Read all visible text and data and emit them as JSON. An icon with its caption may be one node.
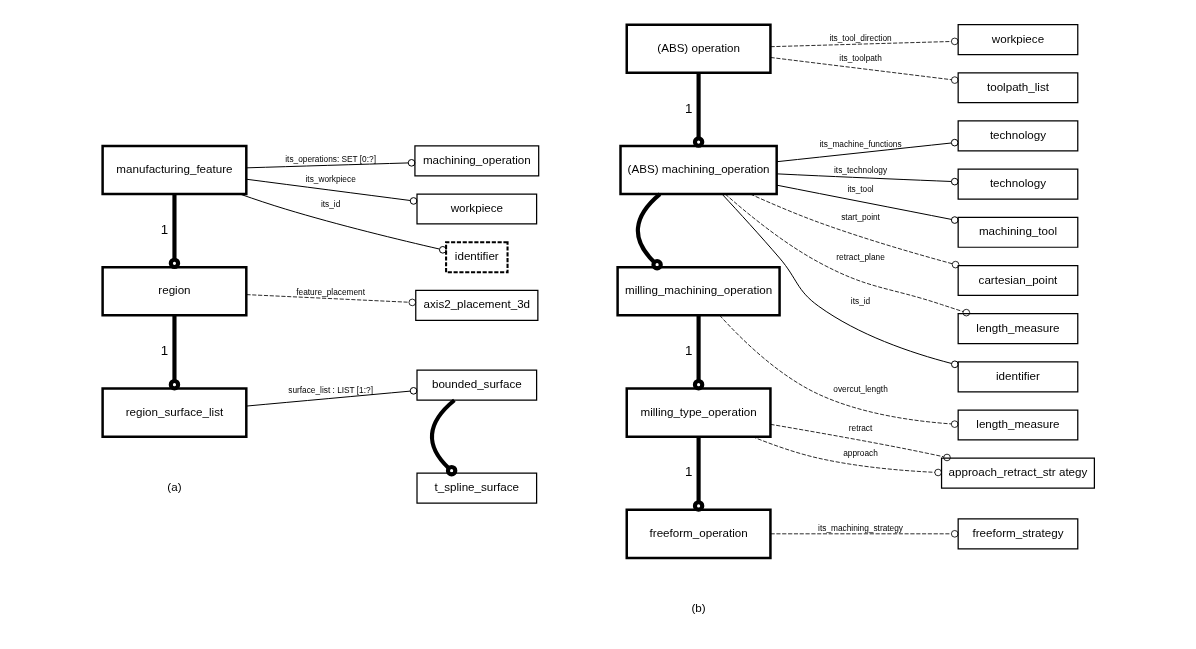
{
  "diagram": {
    "nodes": [
      {
        "text": [
          "manufacturing_feature"
        ]
      },
      {
        "text": [
          "identifier"
        ]
      },
      {
        "text": [
          "workpiece"
        ]
      },
      {
        "text": [
          "machining_operation"
        ]
      },
      {
        "text": [
          "region"
        ]
      },
      {
        "text": [
          "axis2_placement_3d"
        ]
      },
      {
        "text": [
          "region_surface_list"
        ]
      },
      {
        "text": [
          "bounded_surface"
        ]
      },
      {
        "text": [
          "t_spline_surface"
        ]
      },
      {
        "text": [
          "(ABS) operation"
        ]
      },
      {
        "text": [
          "toolpath_list"
        ]
      },
      {
        "text": [
          "workpiece"
        ]
      },
      {
        "text": [
          "(ABS) machining_operation"
        ]
      },
      {
        "text": [
          "identifier"
        ]
      },
      {
        "text": [
          "length_measure"
        ]
      },
      {
        "text": [
          "cartesian_point"
        ]
      },
      {
        "text": [
          "machining_tool"
        ]
      },
      {
        "text": [
          "technology"
        ]
      },
      {
        "text": [
          "technology"
        ]
      },
      {
        "text": [
          "milling_machining_operation"
        ]
      },
      {
        "text": [
          "length_measure"
        ]
      },
      {
        "text": [
          "milling_type_operation"
        ]
      },
      {
        "text": [
          "approach_retract_str ategy"
        ]
      },
      {
        "text": [
          "freeform_operation"
        ]
      },
      {
        "text": [
          "freeform_strategy"
        ]
      }
    ],
    "edges": [
      {
        "from": 0,
        "to": 1,
        "arrow": "other",
        "label": "its_id"
      },
      {
        "from": 0,
        "to": 2,
        "arrow": "other",
        "label": "its_workpiece"
      },
      {
        "from": 0,
        "to": 3,
        "arrow": "other",
        "label": "its_operations: SET [0:?]"
      },
      {
        "from": 0,
        "to": 4,
        "arrow": "other",
        "label": "1",
        "style": "thick"
      },
      {
        "from": 4,
        "to": 5,
        "arrow": "other",
        "label": "feature_placement",
        "style": "dashed"
      },
      {
        "from": 4,
        "to": 6,
        "arrow": "other",
        "label": "1",
        "style": "thick"
      },
      {
        "from": 6,
        "to": 7,
        "arrow": "other",
        "label": "surface_list : LIST [1:?]"
      },
      {
        "from": 7,
        "to": 8,
        "arrow": "other",
        "style": "thick"
      },
      {
        "from": 9,
        "to": 10,
        "arrow": "other",
        "label": "its_toolpath",
        "style": "dashed"
      },
      {
        "from": 9,
        "to": 11,
        "arrow": "other",
        "label": "its_tool_direction",
        "style": "dashed"
      },
      {
        "from": 9,
        "to": 12,
        "arrow": "other",
        "label": "1",
        "style": "thick"
      },
      {
        "from": 12,
        "to": 13,
        "arrow": "other",
        "label": "its_id"
      },
      {
        "from": 12,
        "to": 14,
        "arrow": "other",
        "label": "retract_plane",
        "style": "dashed"
      },
      {
        "from": 12,
        "to": 15,
        "arrow": "other",
        "label": "start_point",
        "style": "dashed"
      },
      {
        "from": 12,
        "to": 16,
        "arrow": "other",
        "label": "its_tool"
      },
      {
        "from": 12,
        "to": 17,
        "arrow": "other",
        "label": "its_technology"
      },
      {
        "from": 12,
        "to": 18,
        "arrow": "other",
        "label": "its_machine_functions"
      },
      {
        "from": 12,
        "to": 19,
        "arrow": "other",
        "style": "thick"
      },
      {
        "from": 19,
        "to": 20,
        "arrow": "other",
        "label": "overcut_length",
        "style": "dashed"
      },
      {
        "from": 19,
        "to": 21,
        "arrow": "other",
        "label": "1",
        "style": "thick"
      },
      {
        "from": 21,
        "to": 22,
        "arrow": "other",
        "label": "approach",
        "style": "dashed"
      },
      {
        "from": 21,
        "to": 22,
        "arrow": "other",
        "label": "retract",
        "style": "dashed"
      },
      {
        "from": 21,
        "to": 23,
        "arrow": "other",
        "label": "1",
        "style": "thick"
      },
      {
        "from": 23,
        "to": 24,
        "arrow": "other",
        "label": "its_machining_strategy",
        "style": "dashed"
      }
    ],
    "labels": [
      "(a)",
      "(b)"
    ]
  }
}
